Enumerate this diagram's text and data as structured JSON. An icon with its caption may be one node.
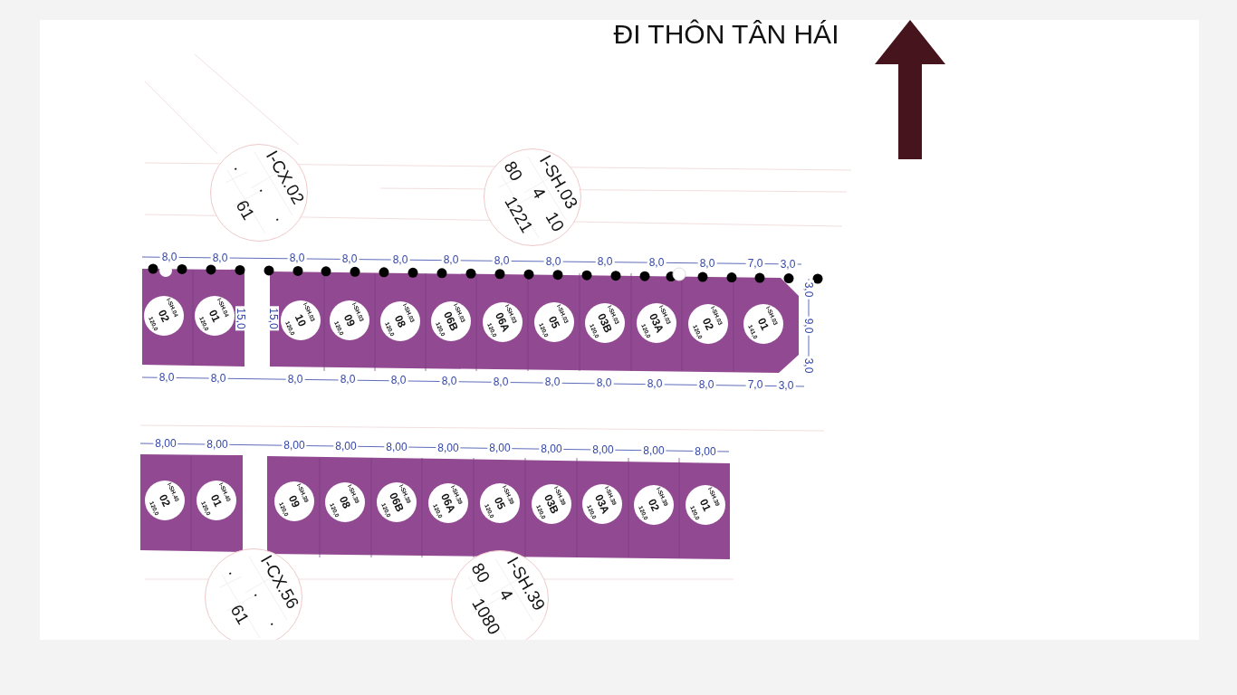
{
  "diagram": {
    "nodes": [
      {
        "text": [
          "I-CX.02",
          ".",
          ".",
          "61",
          "."
        ]
      },
      {
        "text": [
          "I-SH.03",
          "80",
          "4",
          "1221",
          "10"
        ]
      },
      {
        "text": [],
        "shape": "box"
      },
      {
        "text": [
          "I-SH.04",
          "02",
          "120,0"
        ],
        "in": 2
      },
      {
        "text": [
          "I-SH.04",
          "01",
          "120,0"
        ],
        "in": 2
      },
      {
        "text": [],
        "shape": "box"
      },
      {
        "text": [
          "I-SH.03",
          "10",
          "120,0"
        ],
        "in": 5
      },
      {
        "text": [
          "I-SH.03",
          "09",
          "120,0"
        ],
        "in": 5
      },
      {
        "text": [
          "I-SH.03",
          "08",
          "120,0"
        ],
        "in": 5
      },
      {
        "text": [
          "I-SH.03",
          "06B",
          "120,0"
        ],
        "in": 5
      },
      {
        "text": [
          "I-SH.03",
          "06A",
          "120,0"
        ],
        "in": 5
      },
      {
        "text": [
          "I-SH.03",
          "05",
          "120,0"
        ],
        "in": 5
      },
      {
        "text": [
          "I-SH.03",
          "03B",
          "120,0"
        ],
        "in": 5
      },
      {
        "text": [
          "I-SH.03",
          "03A",
          "120,0"
        ],
        "in": 5
      },
      {
        "text": [
          "I-SH.03",
          "02",
          "120,0"
        ],
        "in": 5
      },
      {
        "text": [
          "I-SH.03",
          "01",
          "141,0"
        ],
        "in": 5
      },
      {
        "text": [],
        "shape": "box"
      },
      {
        "text": [
          "I-SH.40",
          "02",
          "120,0"
        ],
        "in": 16
      },
      {
        "text": [
          "I-SH.40",
          "01",
          "120,0"
        ],
        "in": 16
      },
      {
        "text": [],
        "shape": "box"
      },
      {
        "text": [
          "I-SH.39",
          "09",
          "120,0"
        ],
        "in": 19
      },
      {
        "text": [
          "I-SH.39",
          "08",
          "120,0"
        ],
        "in": 19
      },
      {
        "text": [
          "I-SH.39",
          "06B",
          "120,0"
        ],
        "in": 19
      },
      {
        "text": [
          "I-SH.39",
          "06A",
          "120,0"
        ],
        "in": 19
      },
      {
        "text": [
          "I-SH.39",
          "05",
          "120,0"
        ],
        "in": 19
      },
      {
        "text": [
          "I-SH.39",
          "03B",
          "120,0"
        ],
        "in": 19
      },
      {
        "text": [
          "I-SH.39",
          "03A",
          "120,0"
        ],
        "in": 19
      },
      {
        "text": [
          "I-SH.39",
          "02",
          "120,0"
        ],
        "in": 19
      },
      {
        "text": [
          "I-SH.39",
          "01",
          "120,0"
        ],
        "in": 19
      },
      {
        "text": [
          "I-CX.56",
          ".",
          ".",
          "61",
          "."
        ]
      },
      {
        "text": [
          "I-SH.39",
          "80",
          "4",
          "1080"
        ]
      }
    ],
    "labels": [
      "ĐI THÔN TÂN HÁI",
      "8,0",
      "8,0",
      "8,0",
      "8,0",
      "8,0",
      "8,0",
      "8,0",
      "8,0",
      "8,0",
      "8,0",
      "8,0",
      "7,0",
      "3,0",
      "15,0",
      "15,0",
      "3,0",
      "9,0",
      "3,0",
      "8,0",
      "8,0",
      "8,0",
      "8,0",
      "8,0",
      "8,0",
      "8,0",
      "8,0",
      "8,0",
      "8,0",
      "8,0",
      "7,0",
      "3,0",
      "8,00",
      "8,00",
      "8,00",
      "8,00",
      "8,00",
      "8,00",
      "8,00",
      "8,00",
      "8,00",
      "8,00",
      "8,00"
    ]
  }
}
